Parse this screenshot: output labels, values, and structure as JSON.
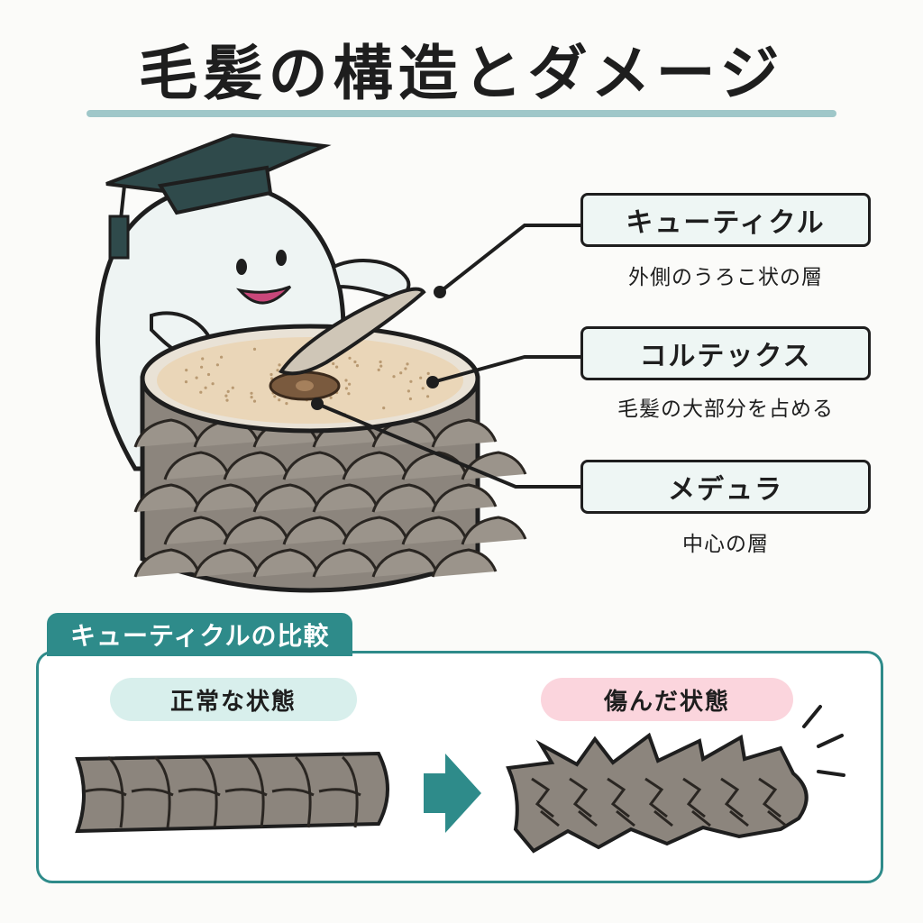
{
  "title": "毛髪の構造とダメージ",
  "labels": [
    {
      "name": "キューティクル",
      "desc": "外側のうろこ状の層"
    },
    {
      "name": "コルテックス",
      "desc": "毛髪の大部分を占める"
    },
    {
      "name": "メデュラ",
      "desc": "中心の層"
    }
  ],
  "comparison": {
    "title": "キューティクルの比較",
    "normal_label": "正常な状態",
    "damaged_label": "傷んだ状態"
  },
  "icons": [
    "graduation-cap-icon",
    "arrow-right-icon",
    "damage-burst-icon"
  ],
  "colors": {
    "accent_teal": "#2e8b8a",
    "title_rule": "#9fc7c9",
    "normal_pill": "#d8efec",
    "damaged_pill": "#fbd5dd",
    "cuticle_gray": "#8c857d",
    "cortex_beige": "#ead6b8",
    "medulla_brown": "#7a5a3e"
  }
}
